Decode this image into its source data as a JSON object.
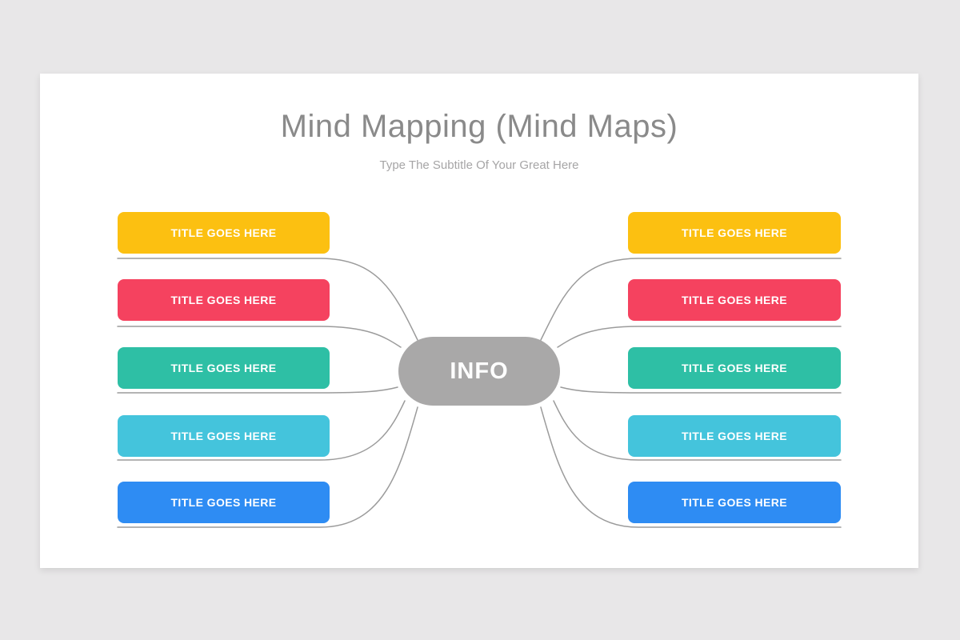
{
  "slide": {
    "title": "Mind Mapping (Mind Maps)",
    "subtitle": "Type The Subtitle Of Your Great Here",
    "center": {
      "label": "INFO",
      "color": "#a9a8a8"
    },
    "connector_color": "#9b9b9b",
    "background_color": "#e8e7e8",
    "slide_color": "#ffffff",
    "left_branches": [
      {
        "label": "TITLE GOES HERE",
        "color": "#fcc011"
      },
      {
        "label": "TITLE GOES HERE",
        "color": "#f5425f"
      },
      {
        "label": "TITLE GOES HERE",
        "color": "#2ebfa5"
      },
      {
        "label": "TITLE GOES HERE",
        "color": "#44c4dc"
      },
      {
        "label": "TITLE GOES HERE",
        "color": "#2e8cf3"
      }
    ],
    "right_branches": [
      {
        "label": "TITLE GOES HERE",
        "color": "#fcc011"
      },
      {
        "label": "TITLE GOES HERE",
        "color": "#f5425f"
      },
      {
        "label": "TITLE GOES HERE",
        "color": "#2ebfa5"
      },
      {
        "label": "TITLE GOES HERE",
        "color": "#44c4dc"
      },
      {
        "label": "TITLE GOES HERE",
        "color": "#2e8cf3"
      }
    ]
  }
}
